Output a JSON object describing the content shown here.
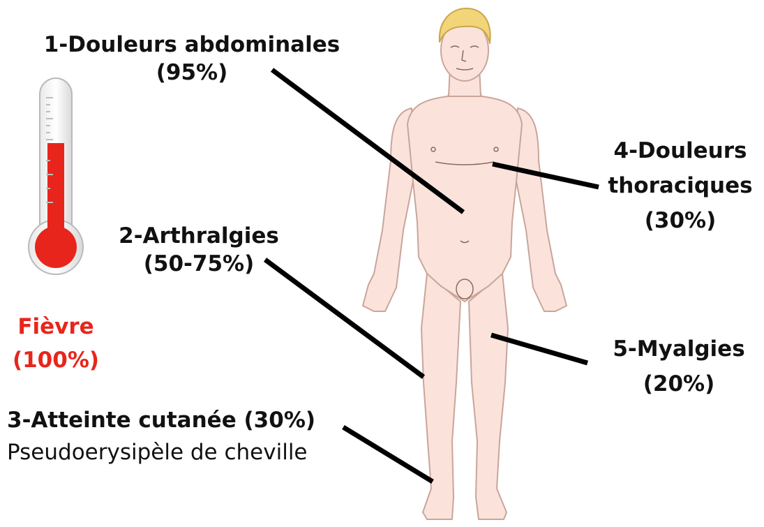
{
  "labels": {
    "abdominal": {
      "title": "1-Douleurs abdominales",
      "pct": "(95%)"
    },
    "arthralgia": {
      "title": "2-Arthralgies",
      "pct": "(50-75%)"
    },
    "skin": {
      "title": "3-Atteinte cutanée (30%)",
      "detail": "Pseudoerysipèle de cheville"
    },
    "thoracic": {
      "line1": "4-Douleurs",
      "line2": "thoraciques",
      "pct": "(30%)"
    },
    "myalgia": {
      "title": "5-Myalgies",
      "pct": "(20%)"
    },
    "fever": {
      "title": "Fièvre",
      "pct": "(100%)"
    }
  },
  "icons": {
    "figure": "human-body-figure",
    "thermometer": "thermometer-icon"
  },
  "colors": {
    "fever": "#e8251c",
    "skin": "#fbe3dc",
    "hair": "#f2d479",
    "leader": "#000000"
  }
}
